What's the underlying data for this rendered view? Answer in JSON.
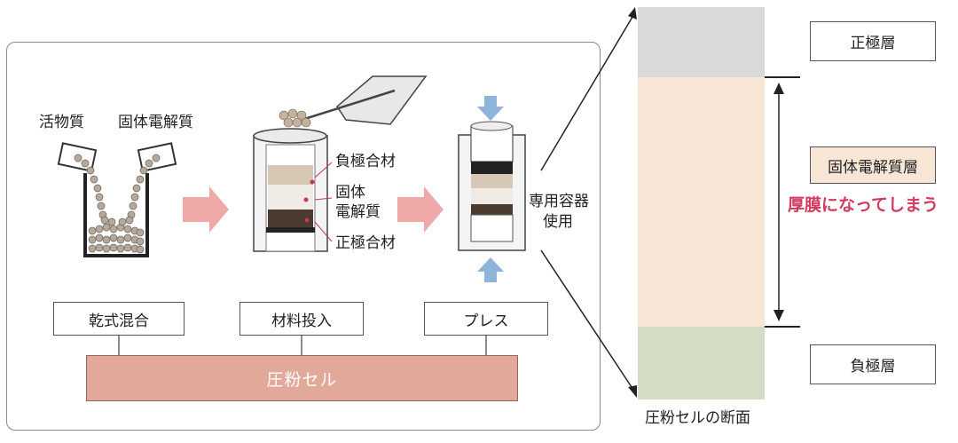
{
  "process": {
    "materials": {
      "active": "活物質",
      "electrolyte": "固体電解質"
    },
    "cell_labels": {
      "anode_mix": "負極合材",
      "electrolyte_line1": "固体",
      "electrolyte_line2": "電解質",
      "cathode_mix": "正極合材"
    },
    "press_note": {
      "line1": "専用容器",
      "line2": "使用"
    },
    "steps": [
      "乾式混合",
      "材料投入",
      "プレス"
    ],
    "result": "圧粉セル"
  },
  "cross_section": {
    "layers": {
      "top": "正極層",
      "middle": "固体電解質層",
      "bottom": "負極層"
    },
    "layer_colors": {
      "top": "#d9d9d9",
      "middle": "#f7e6d6",
      "bottom": "#d4dcc5"
    },
    "thick_note": "厚膜になってしまう",
    "caption": "圧粉セルの断面"
  },
  "colors": {
    "arrow": "#f0a9a9",
    "press_arrow": "#8fb4da",
    "note_red": "#d23a5e",
    "result_bar": "#e2a89a"
  }
}
